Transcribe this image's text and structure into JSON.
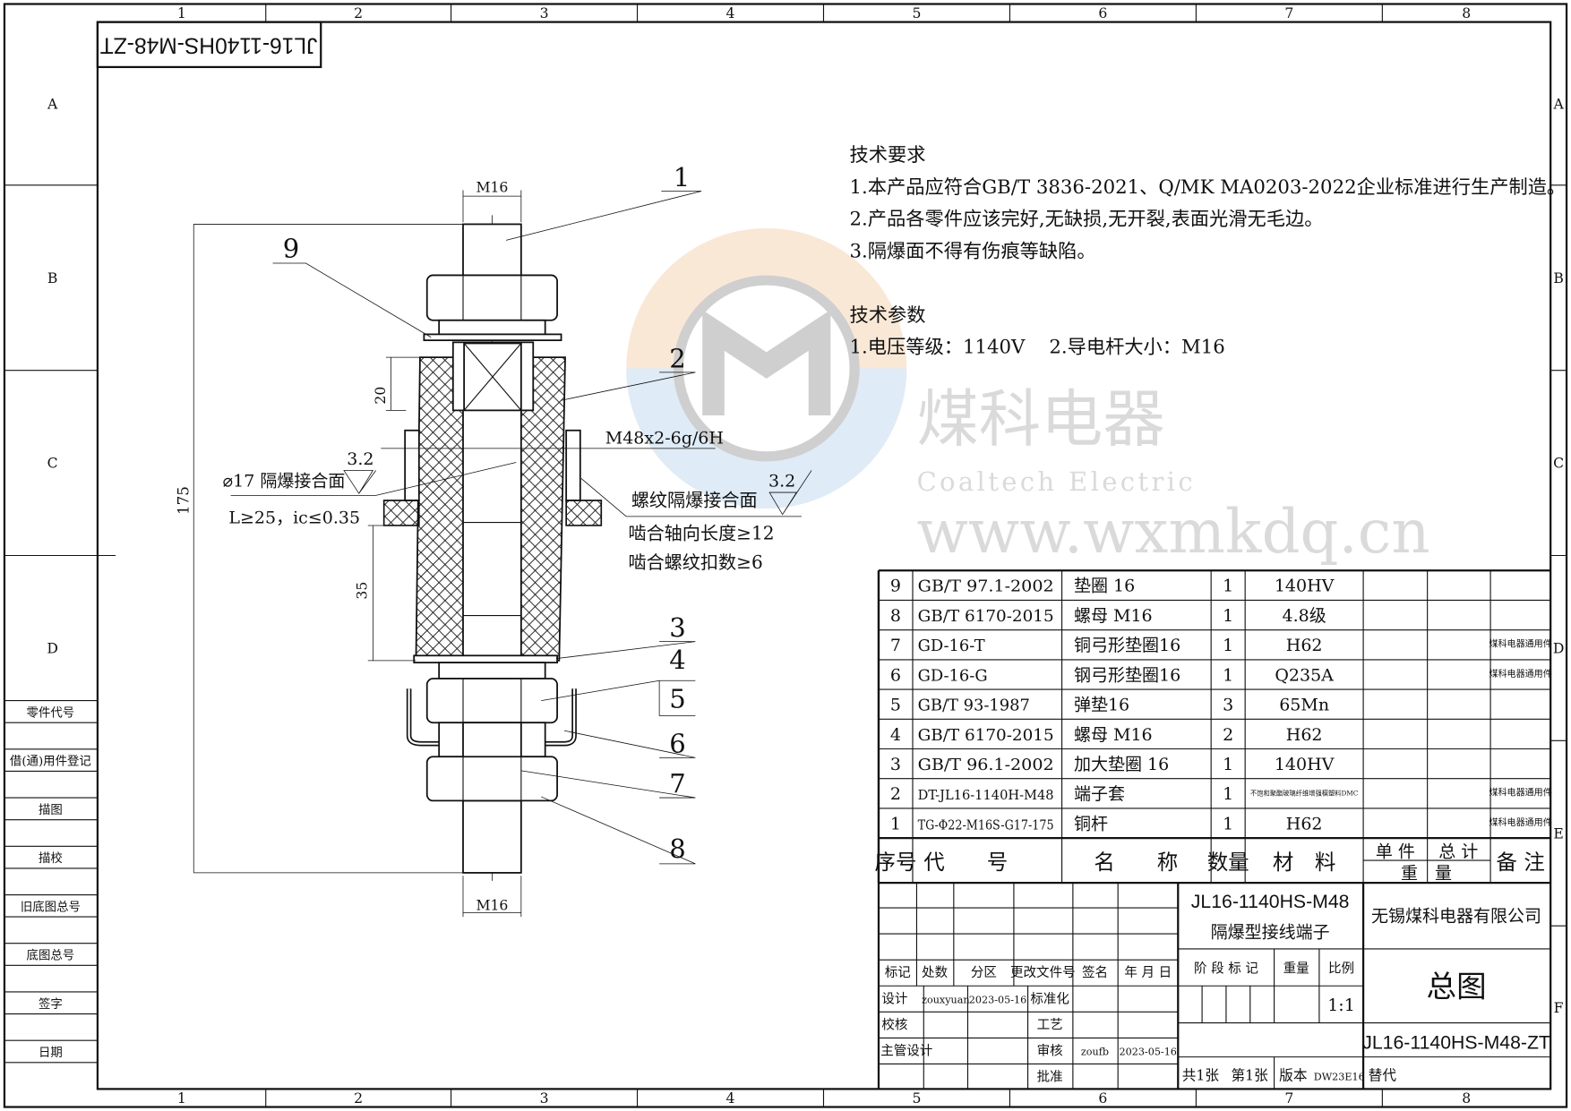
{
  "drawing_number": "JL16-1140HS-M48-ZT",
  "stamp_mirrored": "JL16-1140HS-M48-ZT",
  "columns": [
    "1",
    "2",
    "3",
    "4",
    "5",
    "6",
    "7",
    "8"
  ],
  "rows": [
    "A",
    "B",
    "C",
    "D",
    "E",
    "F"
  ],
  "left_panel": [
    "零件代号",
    "借(通)用件登记",
    "描图",
    "描校",
    "旧底图总号",
    "底图总号",
    "签字",
    "日期"
  ],
  "tech_requirements": {
    "title": "技术要求",
    "items": [
      "1.本产品应符合GB/T 3836-2021、Q/MK MA0203-2022企业标准进行生产制造。",
      "2.产品各零件应该完好,无缺损,无开裂,表面光滑无毛边。",
      "3.隔爆面不得有伤痕等缺陷。"
    ]
  },
  "tech_params": {
    "title": "技术参数",
    "line": "1.电压等级：1140V    2.导电杆大小：M16"
  },
  "watermark": {
    "cn": "煤科电器",
    "en": "Coaltech Electric",
    "url": "www.wxmkdq.cn",
    "logo_colors": [
      "#f4c9a0",
      "#a9c8e6",
      "#9a9a9a"
    ]
  },
  "drawing": {
    "dim_total": "175",
    "dim_top": "20",
    "dim_mid": "35",
    "thread_top": "M16",
    "thread_bottom": "M16",
    "thread_flange": "M48x2-6g/6H",
    "left_note_1": "⌀17 隔爆接合面",
    "left_note_2": "L≥25，ic≤0.35",
    "roughness_left": "3.2",
    "right_note_1": "螺纹隔爆接合面",
    "right_note_2": "啮合轴向长度≥12",
    "right_note_3": "啮合螺纹扣数≥6",
    "roughness_right": "3.2",
    "balloons": [
      "1",
      "2",
      "3",
      "4",
      "5",
      "6",
      "7",
      "8",
      "9"
    ]
  },
  "bom": {
    "rows": [
      {
        "no": "9",
        "code": "GB/T 97.1-2002",
        "name": "垫圈 16",
        "qty": "1",
        "material": "140HV",
        "remark": ""
      },
      {
        "no": "8",
        "code": "GB/T 6170-2015",
        "name": "螺母 M16",
        "qty": "1",
        "material": "4.8级",
        "remark": ""
      },
      {
        "no": "7",
        "code": "GD-16-T",
        "name": "铜弓形垫圈16",
        "qty": "1",
        "material": "H62",
        "remark": "煤科电器通用件"
      },
      {
        "no": "6",
        "code": "GD-16-G",
        "name": "钢弓形垫圈16",
        "qty": "1",
        "material": "Q235A",
        "remark": "煤科电器通用件"
      },
      {
        "no": "5",
        "code": "GB/T 93-1987",
        "name": "弹垫16",
        "qty": "3",
        "material": "65Mn",
        "remark": ""
      },
      {
        "no": "4",
        "code": "GB/T 6170-2015",
        "name": "螺母 M16",
        "qty": "2",
        "material": "H62",
        "remark": ""
      },
      {
        "no": "3",
        "code": "GB/T 96.1-2002",
        "name": "加大垫圈 16",
        "qty": "1",
        "material": "140HV",
        "remark": ""
      },
      {
        "no": "2",
        "code": "DT-JL16-1140H-M48",
        "name": "端子套",
        "qty": "1",
        "material": "不饱和聚酯玻璃纤维增强模塑料DMC",
        "remark": "煤科电器通用件"
      },
      {
        "no": "1",
        "code": "TG-Φ22-M16S-G17-175",
        "name": "铜杆",
        "qty": "1",
        "material": "H62",
        "remark": "煤科电器通用件"
      }
    ],
    "headers": {
      "no": "序号",
      "code": "代　　号",
      "name": "名　　称",
      "qty": "数量",
      "material": "材　料",
      "unit": "单 件",
      "total": "总 计",
      "weight": "重　量",
      "remark": "备 注"
    }
  },
  "title_block": {
    "product_code": "JL16-1140HS-M48",
    "product_name": "隔爆型接线端子",
    "company": "无锡煤科电器有限公司",
    "sheet_title": "总图",
    "drawing_no": "JL16-1140HS-M48-ZT",
    "rev_headers": [
      "标记",
      "处数",
      "分区",
      "更改文件号",
      "签名",
      "年 月 日"
    ],
    "design_label": "设计",
    "designer": "zouxyuan",
    "design_date": "2023-05-16",
    "standardize_label": "标准化",
    "check_label": "校核",
    "process_label": "工艺",
    "chief_label": "主管设计",
    "review_label": "审核",
    "reviewer": "zoufb",
    "review_date": "2023-05-16",
    "approve_label": "批准",
    "stage_label": "阶 段 标 记",
    "weight_label": "重量",
    "scale_label": "比例",
    "scale": "1:1",
    "sheets_total": "共1张",
    "sheet_no": "第1张",
    "version_label": "版本",
    "version": "DW23E16",
    "replace_label": "替代"
  }
}
